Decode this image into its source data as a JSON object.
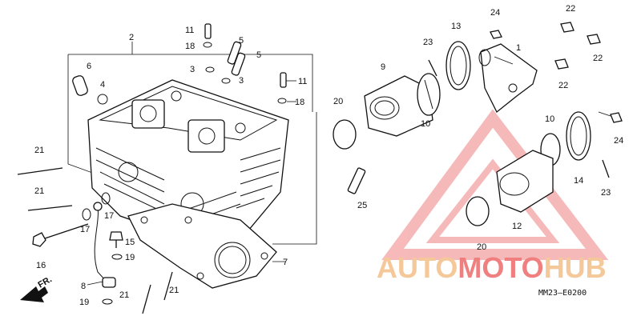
{
  "callouts": {
    "c1": "1",
    "c2": "2",
    "c3a": "3",
    "c3b": "3",
    "c4": "4",
    "c5a": "5",
    "c5b": "5",
    "c6": "6",
    "c7": "7",
    "c8": "8",
    "c9": "9",
    "c10a": "10",
    "c10b": "10",
    "c11a": "11",
    "c11b": "11",
    "c12": "12",
    "c13": "13",
    "c14": "14",
    "c15": "15",
    "c16": "16",
    "c17a": "17",
    "c17b": "17",
    "c18a": "18",
    "c18b": "18",
    "c19a": "19",
    "c19b": "19",
    "c20a": "20",
    "c20b": "20",
    "c21a": "21",
    "c21b": "21",
    "c21c": "21",
    "c21d": "21",
    "c22a": "22",
    "c22b": "22",
    "c22c": "22",
    "c23a": "23",
    "c23b": "23",
    "c24a": "24",
    "c24b": "24",
    "c25": "25"
  },
  "front_arrow_label": "FR.",
  "diagram_code": "MM23–E0200",
  "watermark": {
    "part1": "AUTO",
    "part2": "MOTO",
    "part3": "HUB"
  },
  "colors": {
    "watermark_orange": "#f5c89a",
    "watermark_red": "#f08080",
    "line": "#111111"
  }
}
